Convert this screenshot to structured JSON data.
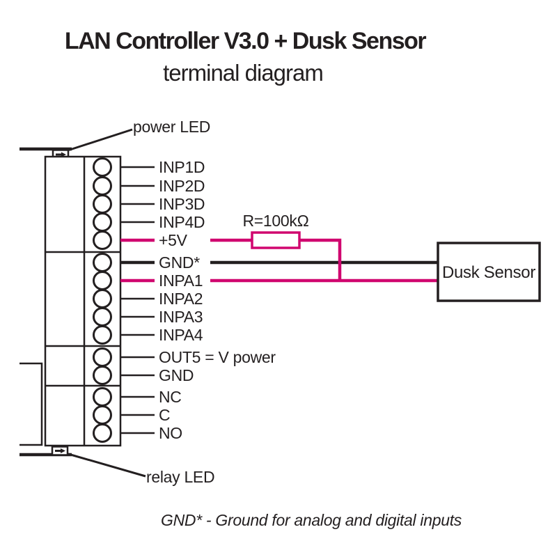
{
  "title": {
    "line1": "LAN Controller V3.0 + Dusk Sensor",
    "line2": "terminal diagram"
  },
  "labels": {
    "power_led": "power LED",
    "relay_led": "relay LED",
    "resistor": "R=100kΩ",
    "dusk_sensor": "Dusk Sensor",
    "footnote": "GND* - Ground for analog and digital inputs"
  },
  "terminal_groups": [
    {
      "terminals": [
        "INP1D",
        "INP2D",
        "INP3D",
        "INP4D",
        "+5V"
      ]
    },
    {
      "terminals": [
        "GND*",
        "INPA1",
        "INPA2",
        "INPA3",
        "INPA4"
      ]
    },
    {
      "terminals": [
        "OUT5 = V power",
        "GND"
      ]
    },
    {
      "terminals": [
        "NC",
        "C",
        "NO"
      ]
    }
  ],
  "connections": [
    {
      "from": "+5V",
      "via": "R=100kΩ",
      "to": "INPA1",
      "color": "#d0066f"
    },
    {
      "from": "GND*",
      "to": "Dusk Sensor",
      "color": "#231f20"
    },
    {
      "from": "INPA1",
      "to": "Dusk Sensor",
      "color": "#d0066f"
    }
  ],
  "colors": {
    "ink": "#231f20",
    "wire_magenta": "#d0066f",
    "background": "#ffffff"
  }
}
